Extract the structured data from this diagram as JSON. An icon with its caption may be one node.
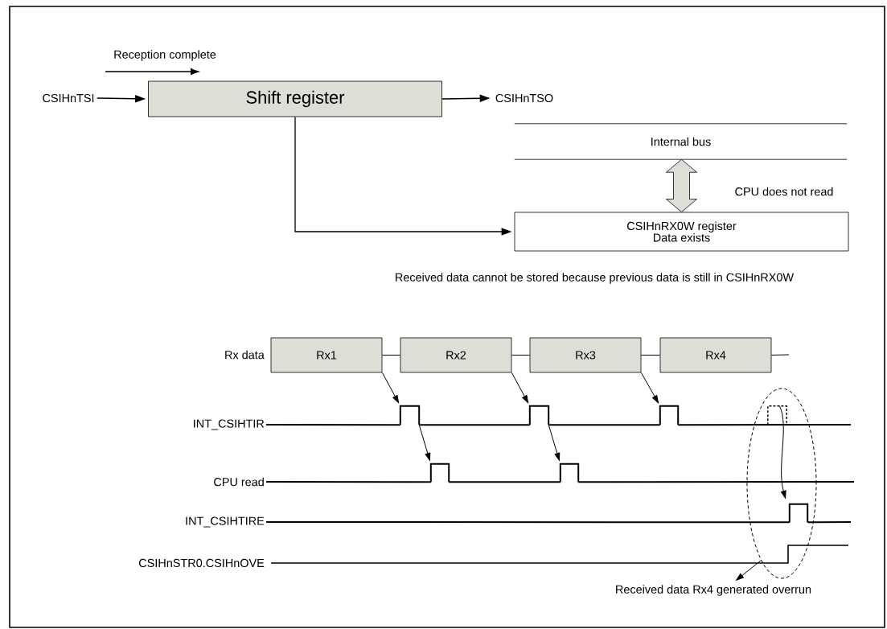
{
  "diagram": {
    "nodes": [
      {
        "text": [
          "CSIHnTSI"
        ]
      },
      {
        "text": [
          "Shift register"
        ]
      },
      {
        "text": [
          "CSIHnTSO"
        ]
      },
      {
        "text": [
          "Internal bus"
        ]
      },
      {
        "text": [
          "CSIHnRX0W register",
          "Data exists"
        ]
      },
      {
        "text": [
          "Rx1"
        ]
      },
      {
        "text": [
          "Rx2"
        ]
      },
      {
        "text": [
          "Rx3"
        ]
      },
      {
        "text": [
          "Rx4"
        ]
      },
      {
        "text": [],
        "shape": "pulse"
      },
      {
        "text": [],
        "shape": "pulse"
      },
      {
        "text": [],
        "shape": "pulse"
      },
      {
        "text": [],
        "shape": "pulse"
      },
      {
        "text": [],
        "shape": "pulse"
      },
      {
        "text": [],
        "shape": "ellipse"
      },
      {
        "text": [],
        "shape": "pulse",
        "in": 14
      },
      {
        "text": [],
        "shape": "pulse",
        "in": 14
      },
      {
        "text": [
          "Received data Rx4 generated overrun"
        ]
      },
      {
        "text": [
          "INT_CSIHTIR"
        ]
      },
      {
        "text": [
          "CPU read"
        ]
      },
      {
        "text": [
          "INT_CSIHTIRE"
        ]
      }
    ],
    "edges": [
      {
        "from": 0,
        "to": 1,
        "arrow": "to"
      },
      {
        "from": 1,
        "to": 2,
        "arrow": "to"
      },
      {
        "from": 1,
        "to": 4,
        "arrow": "to"
      },
      {
        "from": 3,
        "to": 4,
        "arrow": "both",
        "label": "CPU does not read",
        "style": "thick"
      },
      {
        "from": 5,
        "to": 9,
        "arrow": "to"
      },
      {
        "from": 6,
        "to": 10,
        "arrow": "to"
      },
      {
        "from": 7,
        "to": 11,
        "arrow": "to"
      },
      {
        "from": 9,
        "to": 12,
        "arrow": "to"
      },
      {
        "from": 10,
        "to": 13,
        "arrow": "to"
      },
      {
        "from": 15,
        "to": 16,
        "arrow": "to"
      },
      {
        "from": 14,
        "to": 17,
        "arrow": "to"
      },
      {
        "from": 5,
        "to": 6,
        "arrow": "none"
      },
      {
        "from": 6,
        "to": 7,
        "arrow": "none"
      },
      {
        "from": 7,
        "to": 8,
        "arrow": "none"
      },
      {
        "from": 8,
        "to": null,
        "arrow": "none"
      },
      {
        "from": 18,
        "to": 9,
        "arrow": "none"
      },
      {
        "from": 9,
        "to": 10,
        "arrow": "none"
      },
      {
        "from": 10,
        "to": 11,
        "arrow": "none"
      },
      {
        "from": 11,
        "to": null,
        "arrow": "none"
      },
      {
        "from": 19,
        "to": 12,
        "arrow": "none"
      },
      {
        "from": 12,
        "to": 13,
        "arrow": "none"
      },
      {
        "from": 13,
        "to": null,
        "arrow": "none"
      },
      {
        "from": 20,
        "to": 16,
        "arrow": "none"
      },
      {
        "from": 16,
        "to": null,
        "arrow": "none"
      }
    ],
    "labels": [
      "Reception complete",
      "Received data cannot be stored because previous data is still in CSIHnRX0W",
      "Rx data",
      "CSIHnSTR0.CSIHnOVE"
    ]
  }
}
